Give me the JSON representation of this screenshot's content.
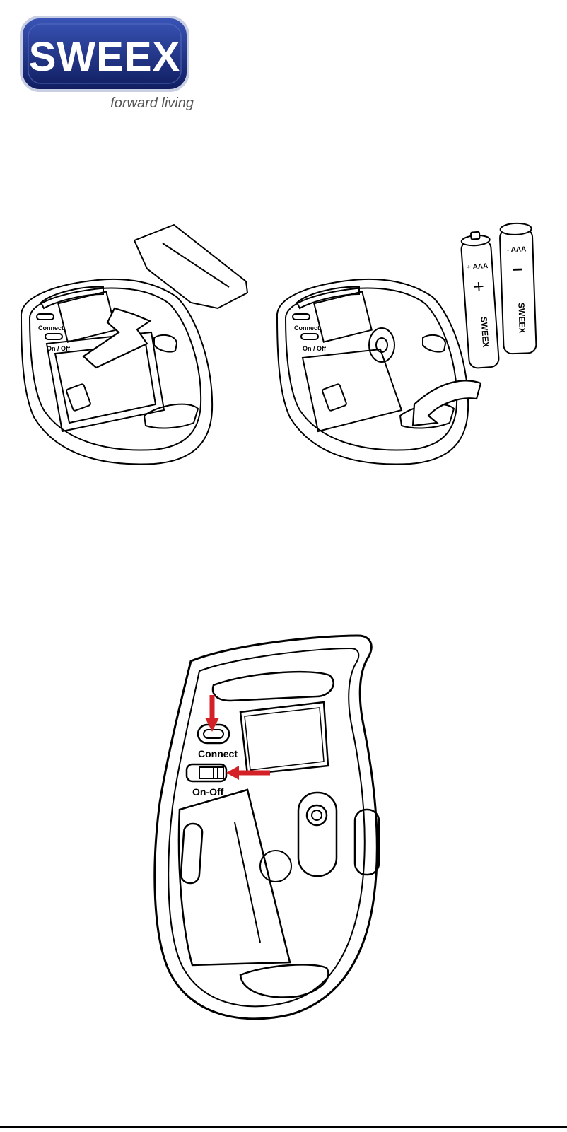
{
  "logo": {
    "brand": "SWEEX",
    "tagline": "forward living"
  },
  "figure1": {
    "labels": {
      "connect": "Connect",
      "on_off": "On / Off"
    }
  },
  "figure2": {
    "labels": {
      "connect": "Connect",
      "on_off": "On / Off"
    },
    "batteries": [
      {
        "type_label": "+ AAA",
        "polarity": "+",
        "brand": "SWEEX"
      },
      {
        "type_label": "- AAA",
        "polarity": "−",
        "brand": "SWEEX"
      }
    ]
  },
  "figure3": {
    "labels": {
      "connect": "Connect",
      "on_off": "On-Off"
    }
  },
  "colors": {
    "brand_blue": "#1d2f86",
    "arrow_red": "#d42127"
  }
}
